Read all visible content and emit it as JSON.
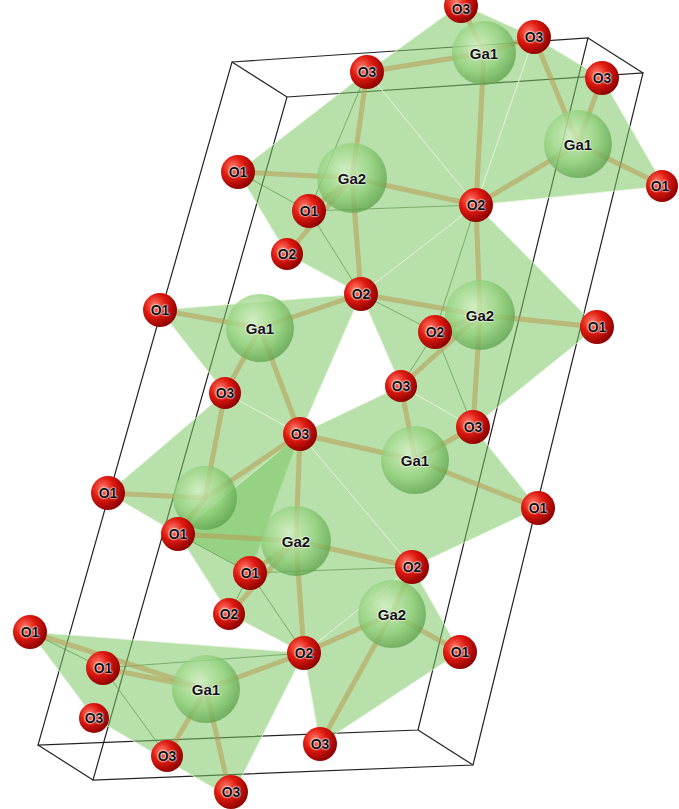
{
  "diagram": {
    "labels": [
      "O3",
      "O3",
      "O3",
      "Ga1",
      "O3",
      "Ga1",
      "O1",
      "Ga2",
      "O1",
      "O2",
      "O1",
      "O2",
      "O2",
      "O1",
      "O2",
      "Ga2",
      "O1",
      "Ga1",
      "O3",
      "O3",
      "O3",
      "O3",
      "Ga1",
      "O1",
      "O1",
      "O1",
      "Ga2",
      "O1",
      "O2",
      "O2",
      "Ga2",
      "O1",
      "O2",
      "O1",
      "O1",
      "Ga1",
      "O3",
      "O3",
      "O3",
      "O3"
    ]
  }
}
